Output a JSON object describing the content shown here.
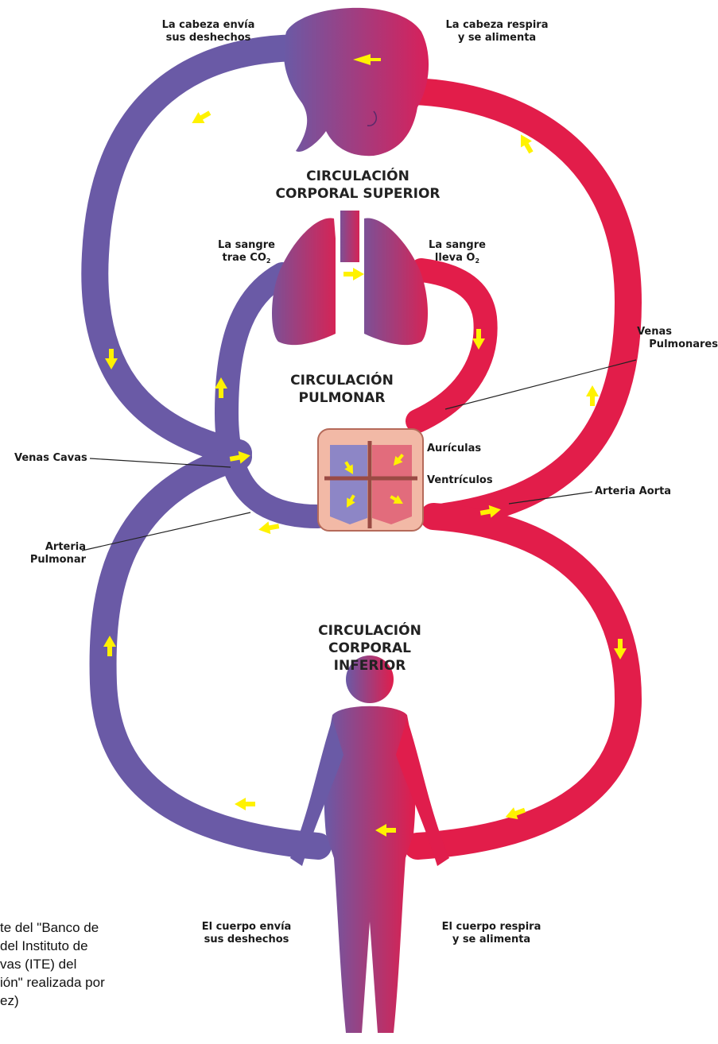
{
  "labels": {
    "head_out": [
      "La cabeza envía",
      "sus deshechos"
    ],
    "head_in": [
      "La cabeza respira",
      "y se alimenta"
    ],
    "upper_title": [
      "CIRCULACIÓN",
      "CORPORAL SUPERIOR"
    ],
    "lung_left": [
      "La sangre",
      "trae CO"
    ],
    "lung_left_sub": "2",
    "lung_right": [
      "La sangre",
      "lleva O"
    ],
    "lung_right_sub": "2",
    "pulm_veins": [
      "Venas",
      "Pulmonares"
    ],
    "pulm_title": [
      "CIRCULACIÓN",
      "PULMONAR"
    ],
    "vena_cava": "Venas Cavas",
    "atria": "Aurículas",
    "ventricles": "Ventrículos",
    "aorta": "Arteria Aorta",
    "pulm_artery": [
      "Arteria",
      "Pulmonar"
    ],
    "lower_title": [
      "CIRCULACIÓN",
      "CORPORAL",
      "INFERIOR"
    ],
    "body_out": [
      "El cuerpo envía",
      "sus deshechos"
    ],
    "body_in": [
      "El cuerpo respira",
      "y se alimenta"
    ],
    "credit": [
      "te del \"Banco de",
      "del Instituto de",
      "vas (ITE) del",
      "ión\" realizada por",
      "ez)"
    ]
  },
  "colors": {
    "venous": "#6a5aa6",
    "arterial": "#e21d4a",
    "arrow": "#fff200",
    "heart_frame": "#f2b9a6"
  },
  "icons": {
    "head": "head-silhouette-icon",
    "lungs": "lungs-icon",
    "heart": "heart-icon",
    "body": "body-silhouette-icon"
  }
}
